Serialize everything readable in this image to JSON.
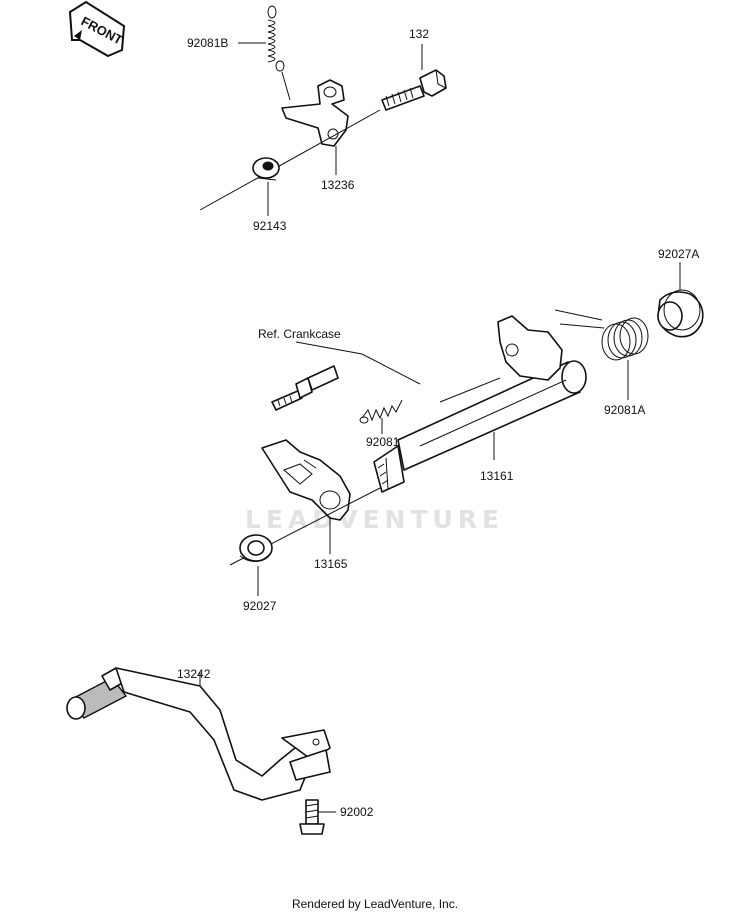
{
  "orientation_badge": "FRONT",
  "watermark": "LEADVENTURE",
  "footer": "Rendered by LeadVenture, Inc.",
  "labels": {
    "p92081B": "92081B",
    "p132": "132",
    "p13236": "13236",
    "p92143": "92143",
    "p92027A": "92027A",
    "refCrankcase": "Ref. Crankcase",
    "p92081": "92081",
    "p92081A": "92081A",
    "p13161": "13161",
    "p13165": "13165",
    "p92027": "92027",
    "p13242": "13242",
    "p92002": "92002"
  }
}
